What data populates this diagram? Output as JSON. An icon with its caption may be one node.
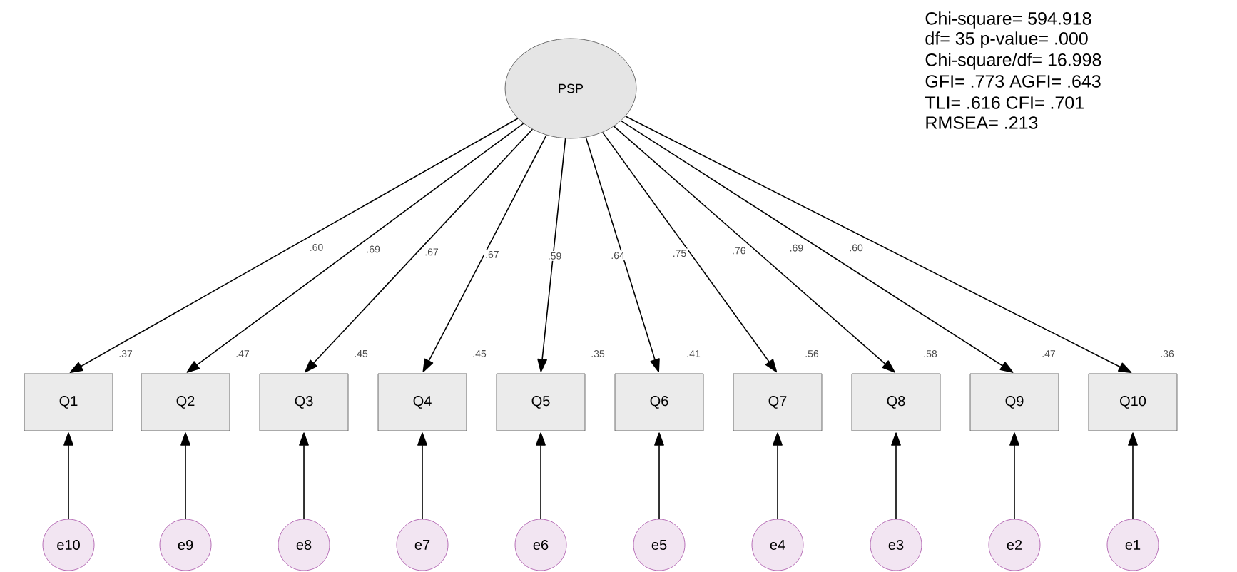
{
  "diagram": {
    "nodes": [
      {
        "text": [
          "PSP"
        ]
      },
      {
        "text": [
          "Q1"
        ],
        "beside": [
          ".37"
        ]
      },
      {
        "text": [
          "Q2"
        ],
        "beside": [
          ".47"
        ]
      },
      {
        "text": [
          "Q3"
        ],
        "beside": [
          ".45"
        ]
      },
      {
        "text": [
          "Q4"
        ],
        "beside": [
          ".45"
        ]
      },
      {
        "text": [
          "Q5"
        ],
        "beside": [
          ".35"
        ]
      },
      {
        "text": [
          "Q6"
        ],
        "beside": [
          ".41"
        ]
      },
      {
        "text": [
          "Q7"
        ],
        "beside": [
          ".56"
        ]
      },
      {
        "text": [
          "Q8"
        ],
        "beside": [
          ".58"
        ]
      },
      {
        "text": [
          "Q9"
        ],
        "beside": [
          ".47"
        ]
      },
      {
        "text": [
          "Q10"
        ],
        "beside": [
          ".36"
        ]
      },
      {
        "text": [
          "e10"
        ]
      },
      {
        "text": [
          "e9"
        ]
      },
      {
        "text": [
          "e8"
        ]
      },
      {
        "text": [
          "e7"
        ]
      },
      {
        "text": [
          "e6"
        ]
      },
      {
        "text": [
          "e5"
        ]
      },
      {
        "text": [
          "e4"
        ]
      },
      {
        "text": [
          "e3"
        ]
      },
      {
        "text": [
          "e2"
        ]
      },
      {
        "text": [
          "e1"
        ]
      }
    ],
    "edges": [
      {
        "from": 0,
        "to": 1,
        "arrow": "to",
        "label": ".60"
      },
      {
        "from": 0,
        "to": 2,
        "arrow": "to",
        "label": ".69"
      },
      {
        "from": 0,
        "to": 3,
        "arrow": "to",
        "label": ".67"
      },
      {
        "from": 0,
        "to": 4,
        "arrow": "to",
        "label": ".67"
      },
      {
        "from": 0,
        "to": 5,
        "arrow": "to",
        "label": ".59"
      },
      {
        "from": 0,
        "to": 6,
        "arrow": "to",
        "label": ".64"
      },
      {
        "from": 0,
        "to": 7,
        "arrow": "to",
        "label": ".75"
      },
      {
        "from": 0,
        "to": 8,
        "arrow": "to",
        "label": ".76"
      },
      {
        "from": 0,
        "to": 9,
        "arrow": "to",
        "label": ".69"
      },
      {
        "from": 0,
        "to": 10,
        "arrow": "to",
        "label": ".60"
      },
      {
        "from": 11,
        "to": 1,
        "arrow": "to"
      },
      {
        "from": 12,
        "to": 2,
        "arrow": "to"
      },
      {
        "from": 13,
        "to": 3,
        "arrow": "to"
      },
      {
        "from": 14,
        "to": 4,
        "arrow": "to"
      },
      {
        "from": 15,
        "to": 5,
        "arrow": "to"
      },
      {
        "from": 16,
        "to": 6,
        "arrow": "to"
      },
      {
        "from": 17,
        "to": 7,
        "arrow": "to"
      },
      {
        "from": 18,
        "to": 8,
        "arrow": "to"
      },
      {
        "from": 19,
        "to": 9,
        "arrow": "to"
      },
      {
        "from": 20,
        "to": 10,
        "arrow": "to"
      }
    ],
    "labels": [
      "Chi-square= 594.918",
      "df= 35 p-value= .000",
      "Chi-square/df= 16.998",
      "GFI= .773 AGFI= .643",
      "TLI= .616 CFI= .701",
      "RMSEA= .213"
    ]
  }
}
